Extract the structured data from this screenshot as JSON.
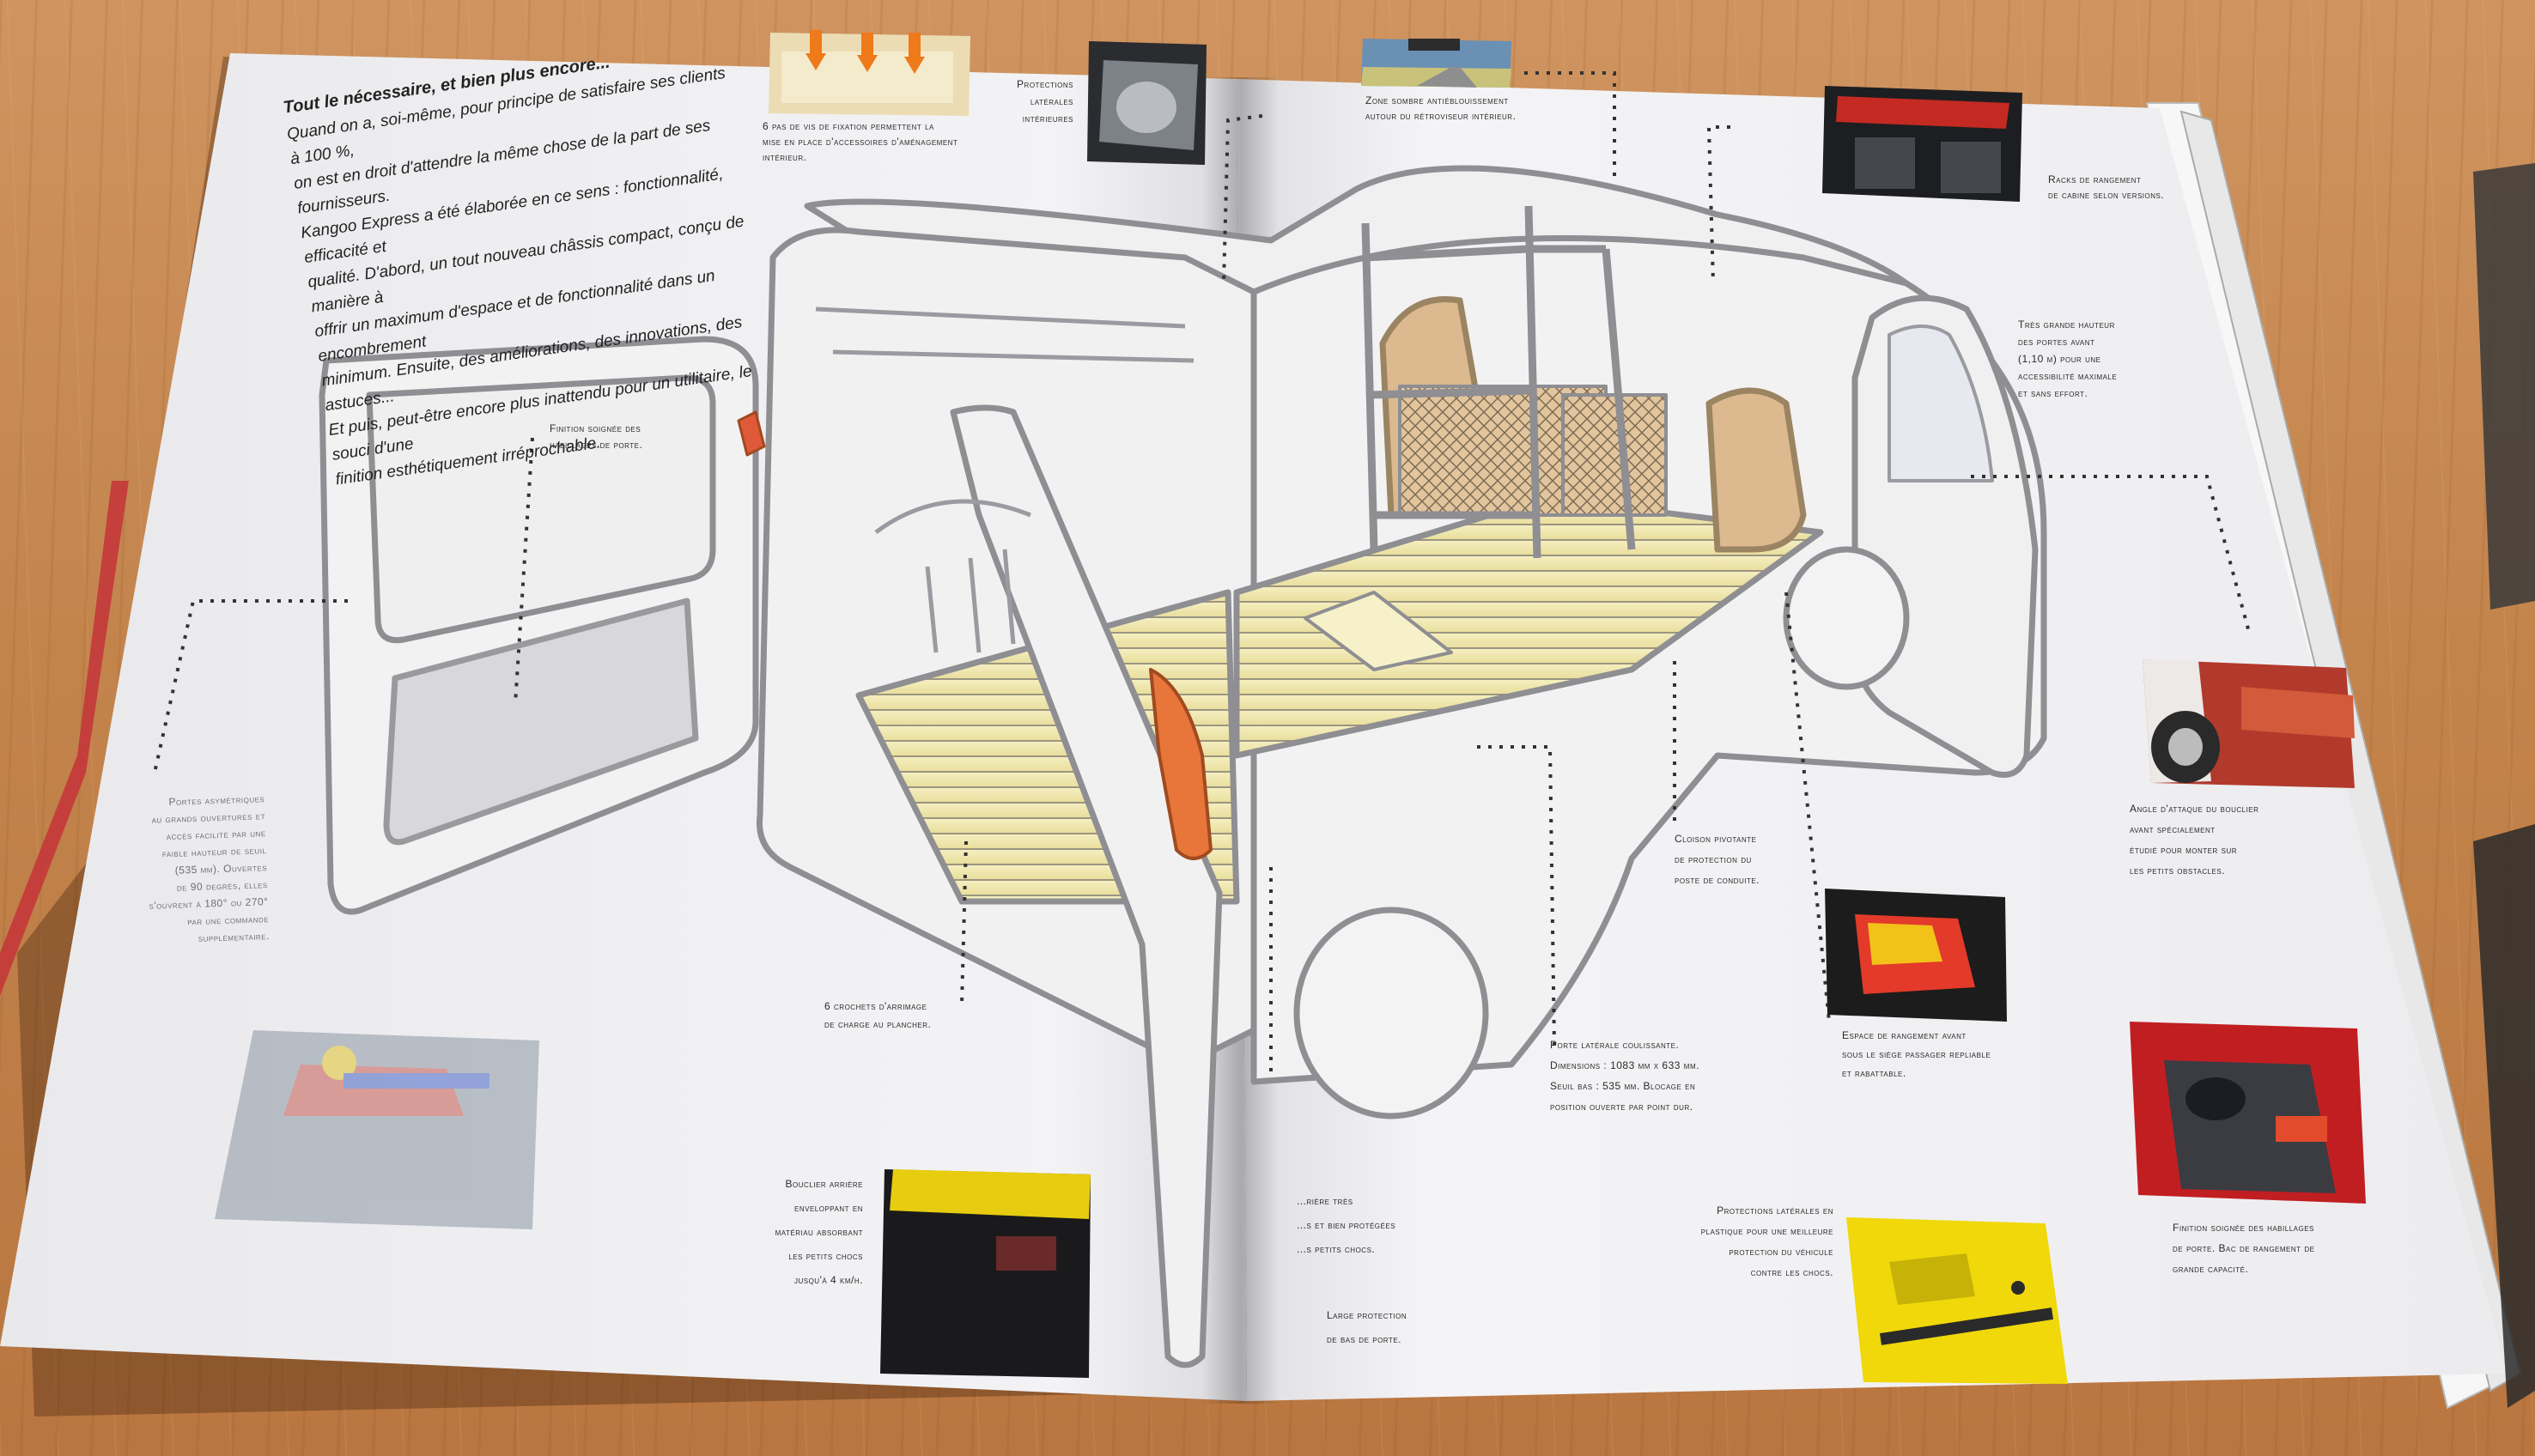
{
  "intro": {
    "title": "Tout le nécessaire, et bien plus encore...",
    "lines": [
      "Quand on a, soi-même, pour principe de satisfaire ses clients à 100 %,",
      "on est en droit d'attendre la même chose de la part de ses fournisseurs.",
      "Kangoo Express a été élaborée en ce sens : fonctionnalité, efficacité et",
      "qualité. D'abord, un tout nouveau châssis compact, conçu de manière à",
      "offrir un maximum d'espace et de fonctionnalité dans un encombrement",
      "minimum. Ensuite, des améliorations, des innovations, des astuces...",
      "Et puis, peut-être encore plus inattendu pour un utilitaire, le souci d'une",
      "finition esthétiquement irréprochable."
    ]
  },
  "captions": {
    "pas_de_vis": [
      "6 pas de vis de fixation permettent la",
      "mise en place d'accessoires d'aménagement",
      "intérieur."
    ],
    "protections_laterales_interieures": [
      "Protections",
      "latérales",
      "intérieures"
    ],
    "zone_sombre": [
      "Zone sombre antiéblouissement",
      "autour du rétroviseur intérieur."
    ],
    "racks": [
      "Racks de rangement",
      "de cabine selon versions."
    ],
    "hauteur_portes": [
      "Très grande hauteur",
      "des portes avant",
      "(1,10 m) pour une",
      "accessibilité maximale",
      "et sans effort."
    ],
    "finition_porte": [
      "Finition soignée des",
      "habillages de porte."
    ],
    "portes_arriere": [
      "Portes asymétriques",
      "au grands ouvertures et",
      "accès facilité par une",
      "faible hauteur de seuil",
      "(535 mm). Ouvertes",
      "de 90 degrés, elles",
      "s'ouvrent à 180° ou 270°",
      "par une commande",
      "supplémentaire."
    ],
    "crochets": [
      "6 crochets d'arrimage",
      "de charge au plancher."
    ],
    "cloison": [
      "Cloison pivotante",
      "de protection du",
      "poste de conduite."
    ],
    "porte_laterale": [
      "Porte latérale coulissante.",
      "Dimensions : 1083 mm x 633 mm.",
      "Seuil bas : 535 mm. Blocage en",
      "position ouverte par point dur."
    ],
    "espace_rangement": [
      "Espace de rangement avant",
      "sous le siège passager repliable",
      "et rabattable."
    ],
    "angle_attaque": [
      "Angle d'attaque du bouclier",
      "avant spécialement",
      "étudié pour monter sur",
      "les petits obstacles."
    ],
    "bouclier_arriere": [
      "Bouclier arrière",
      "enveloppant en",
      "matériau absorbant",
      "les petits chocs",
      "jusqu'à 4 km/h."
    ],
    "protegees": [
      "...rière très",
      "...s et bien protégées",
      "...s petits chocs."
    ],
    "large_protection": [
      "Large protection",
      "de bas de porte."
    ],
    "protections_laterales_plastique": [
      "Protections latérales en",
      "plastique pour une meilleure",
      "protection du véhicule",
      "contre les chocs."
    ],
    "finition_habillages": [
      "Finition soignée des habillages",
      "de porte. Bac de rangement de",
      "grande capacité."
    ]
  }
}
